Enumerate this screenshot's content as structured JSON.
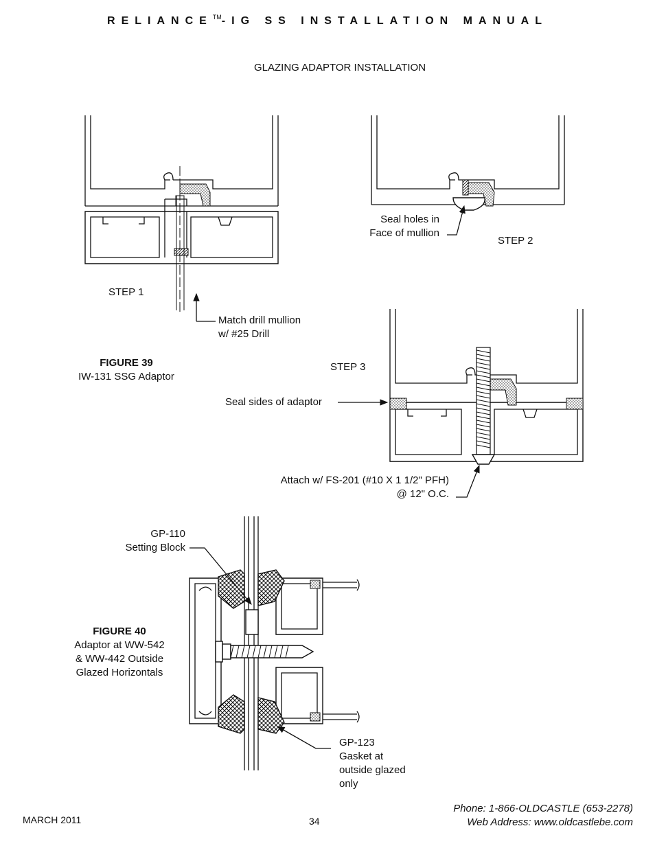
{
  "header": {
    "title_main": "RELIANCE",
    "tm": "TM",
    "title_rest": "-IG SS INSTALLATION MANUAL"
  },
  "section_title": "GLAZING ADAPTOR INSTALLATION",
  "step1": {
    "label": "STEP 1",
    "note_line1": "Match drill mullion",
    "note_line2": "w/ #25 Drill"
  },
  "step2": {
    "label": "STEP 2",
    "note_line1": "Seal holes in",
    "note_line2": "Face of mullion"
  },
  "step3": {
    "label": "STEP 3",
    "seal_note": "Seal sides of adaptor",
    "attach_line1": "Attach w/ FS-201 (#10 X 1 1/2\" PFH)",
    "attach_line2": "@ 12\" O.C."
  },
  "figure39": {
    "title": "FIGURE 39",
    "caption": "IW-131 SSG Adaptor"
  },
  "figure40": {
    "title": "FIGURE 40",
    "caption_line1": "Adaptor at WW-542",
    "caption_line2": "& WW-442 Outside",
    "caption_line3": "Glazed Horizontals",
    "setting_block_line1": "GP-110",
    "setting_block_line2": "Setting Block",
    "gasket_line1": "GP-123",
    "gasket_line2": "Gasket at",
    "gasket_line3": "outside glazed",
    "gasket_line4": "only"
  },
  "footer": {
    "date": "MARCH 2011",
    "page_number": "34",
    "phone": "Phone: 1-866-OLDCASTLE (653-2278)",
    "web": "Web Address: www.oldcastlebe.com"
  }
}
